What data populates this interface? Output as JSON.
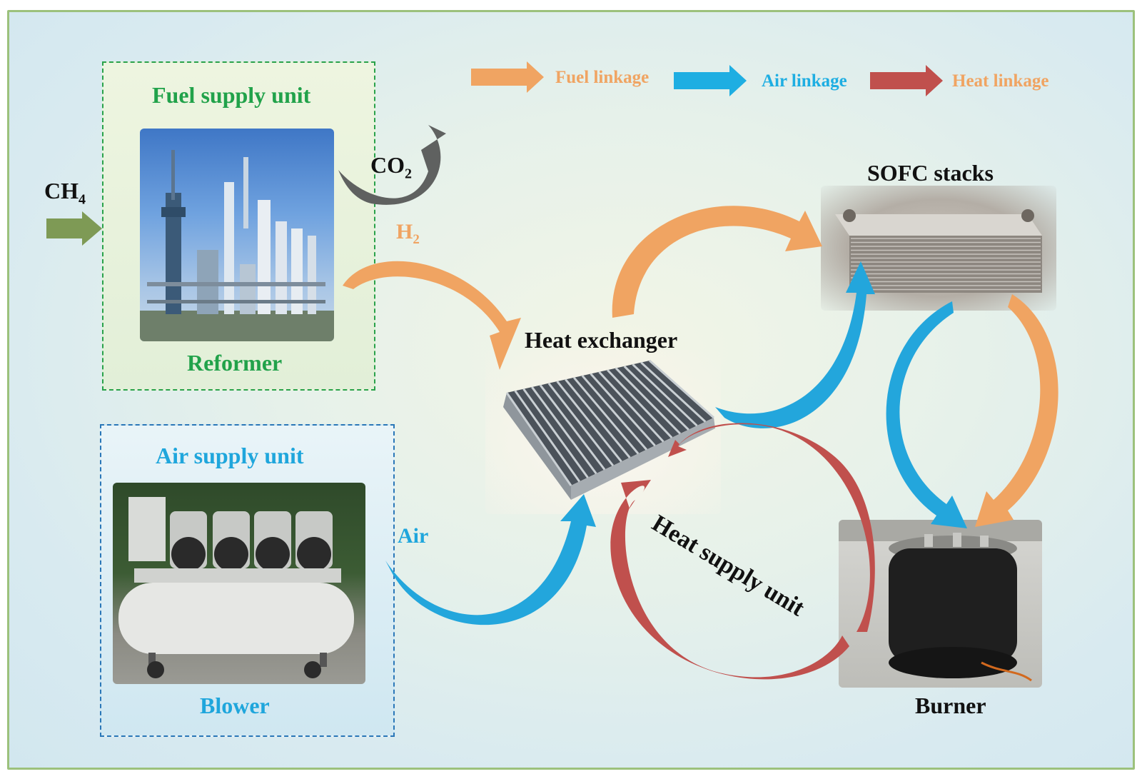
{
  "legend": {
    "fuel": "Fuel linkage",
    "air": "Air linkage",
    "heat": "Heat linkage"
  },
  "fuel_unit": {
    "title": "Fuel supply unit",
    "component": "Reformer"
  },
  "air_unit": {
    "title": "Air supply unit",
    "component": "Blower"
  },
  "heat_unit": {
    "title": "Heat supply unit"
  },
  "heat_exchanger": {
    "label": "Heat exchanger"
  },
  "sofc": {
    "label": "SOFC stacks"
  },
  "burner": {
    "label": "Burner"
  },
  "streams": {
    "ch4": {
      "main": "CH",
      "sub": "4"
    },
    "co2": {
      "main": "CO",
      "sub": "2"
    },
    "h2": {
      "main": "H",
      "sub": "2"
    },
    "air": "Air"
  },
  "colors": {
    "fuel": "#f0a462",
    "air": "#23a6dc",
    "heat": "#c0504d",
    "fuel_unit": "#21a24a",
    "air_unit": "#1fa6dc",
    "co2": "#5f6160",
    "ch4": "#7e9a55",
    "frame": "#9cc17c"
  },
  "icons": [
    "reformer-plant-photo",
    "blower-compressor-photo",
    "heat-exchanger-photo",
    "sofc-stack-photo",
    "burner-photo"
  ]
}
